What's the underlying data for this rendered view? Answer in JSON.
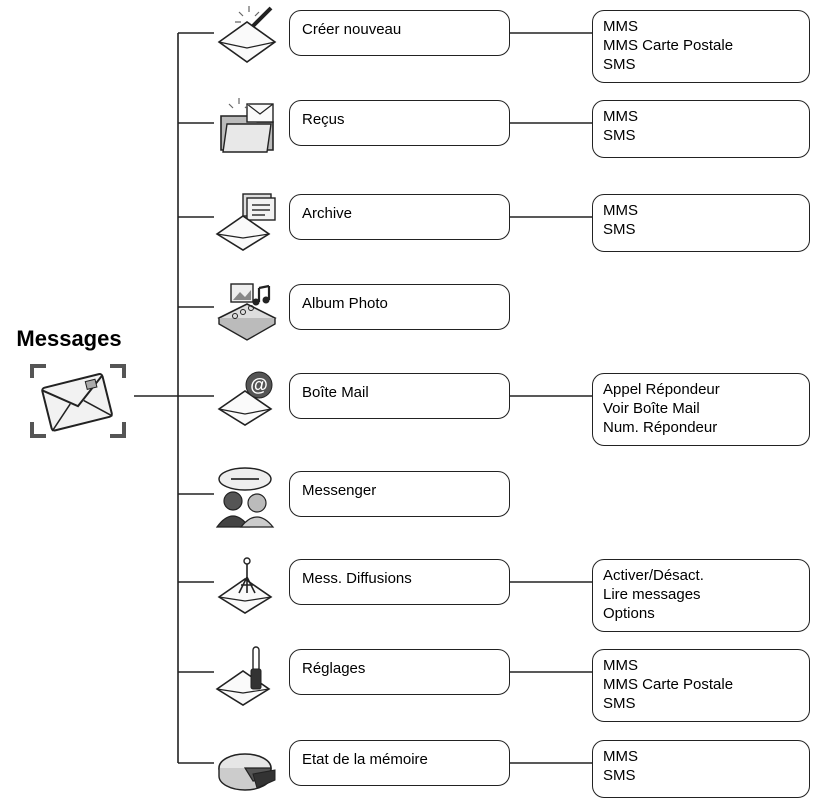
{
  "root": {
    "title": "Messages",
    "icon": "envelope-frame-icon"
  },
  "items": [
    {
      "label": "Créer nouveau",
      "icon": "envelope-pen-icon",
      "submenu": [
        "MMS",
        "MMS Carte Postale",
        "SMS"
      ]
    },
    {
      "label": "Reçus",
      "icon": "inbox-folder-icon",
      "submenu": [
        "MMS",
        "SMS"
      ]
    },
    {
      "label": "Archive",
      "icon": "archive-envelope-icon",
      "submenu": [
        "MMS",
        "SMS"
      ]
    },
    {
      "label": "Album Photo",
      "icon": "photo-album-icon",
      "submenu": []
    },
    {
      "label": "Boîte Mail",
      "icon": "email-at-icon",
      "submenu": [
        "Appel Répondeur",
        "Voir Boîte Mail",
        "Num. Répondeur"
      ]
    },
    {
      "label": "Messenger",
      "icon": "messenger-people-icon",
      "submenu": []
    },
    {
      "label": "Mess. Diffusions",
      "icon": "broadcast-envelope-icon",
      "submenu": [
        "Activer/Désact.",
        "Lire messages",
        "Options"
      ]
    },
    {
      "label": "Réglages",
      "icon": "settings-envelope-icon",
      "submenu": [
        "MMS",
        "MMS Carte Postale",
        "SMS"
      ]
    },
    {
      "label": "Etat de la mémoire",
      "icon": "memory-pie-icon",
      "submenu": [
        "MMS",
        "SMS"
      ]
    }
  ]
}
